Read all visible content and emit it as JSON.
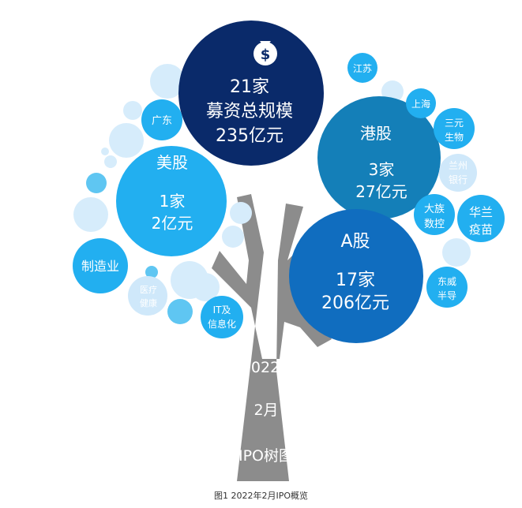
{
  "colors": {
    "navy": "#0a2a6a",
    "teal": "#147fb8",
    "blue": "#106dbf",
    "cyan": "#22aff0",
    "trunk": "#8c8c8c",
    "light_bubble": "#cfe8fa",
    "mid_bubble": "#7fd0f5"
  },
  "main": {
    "line1": "21家",
    "line2": "募资总规模",
    "line3": "235亿元",
    "icon": "money-bag-icon"
  },
  "hk": {
    "title": "港股",
    "count": "3家",
    "amount": "27亿元"
  },
  "a_share": {
    "title": "A股",
    "count": "17家",
    "amount": "206亿元"
  },
  "us": {
    "title": "美股",
    "count": "1家",
    "amount": "2亿元"
  },
  "tags": {
    "jiangsu": "江苏",
    "shanghai": "上海",
    "sanyuan_1": "三元",
    "sanyuan_2": "生物",
    "lanzhou_1": "兰州",
    "lanzhou_2": "银行",
    "dazu_1": "大族",
    "dazu_2": "数控",
    "hualan_1": "华兰",
    "hualan_2": "疫苗",
    "dongwei_1": "东威",
    "dongwei_2": "半导",
    "guangdong": "广东",
    "manufacturing": "制造业",
    "medical_1": "医疗",
    "medical_2": "健康",
    "it_1": "IT及",
    "it_2": "信息化"
  },
  "trunk": {
    "year": "2022",
    "month": "2月",
    "label": "IPO树图"
  },
  "caption": "图1 2022年2月IPO概览"
}
